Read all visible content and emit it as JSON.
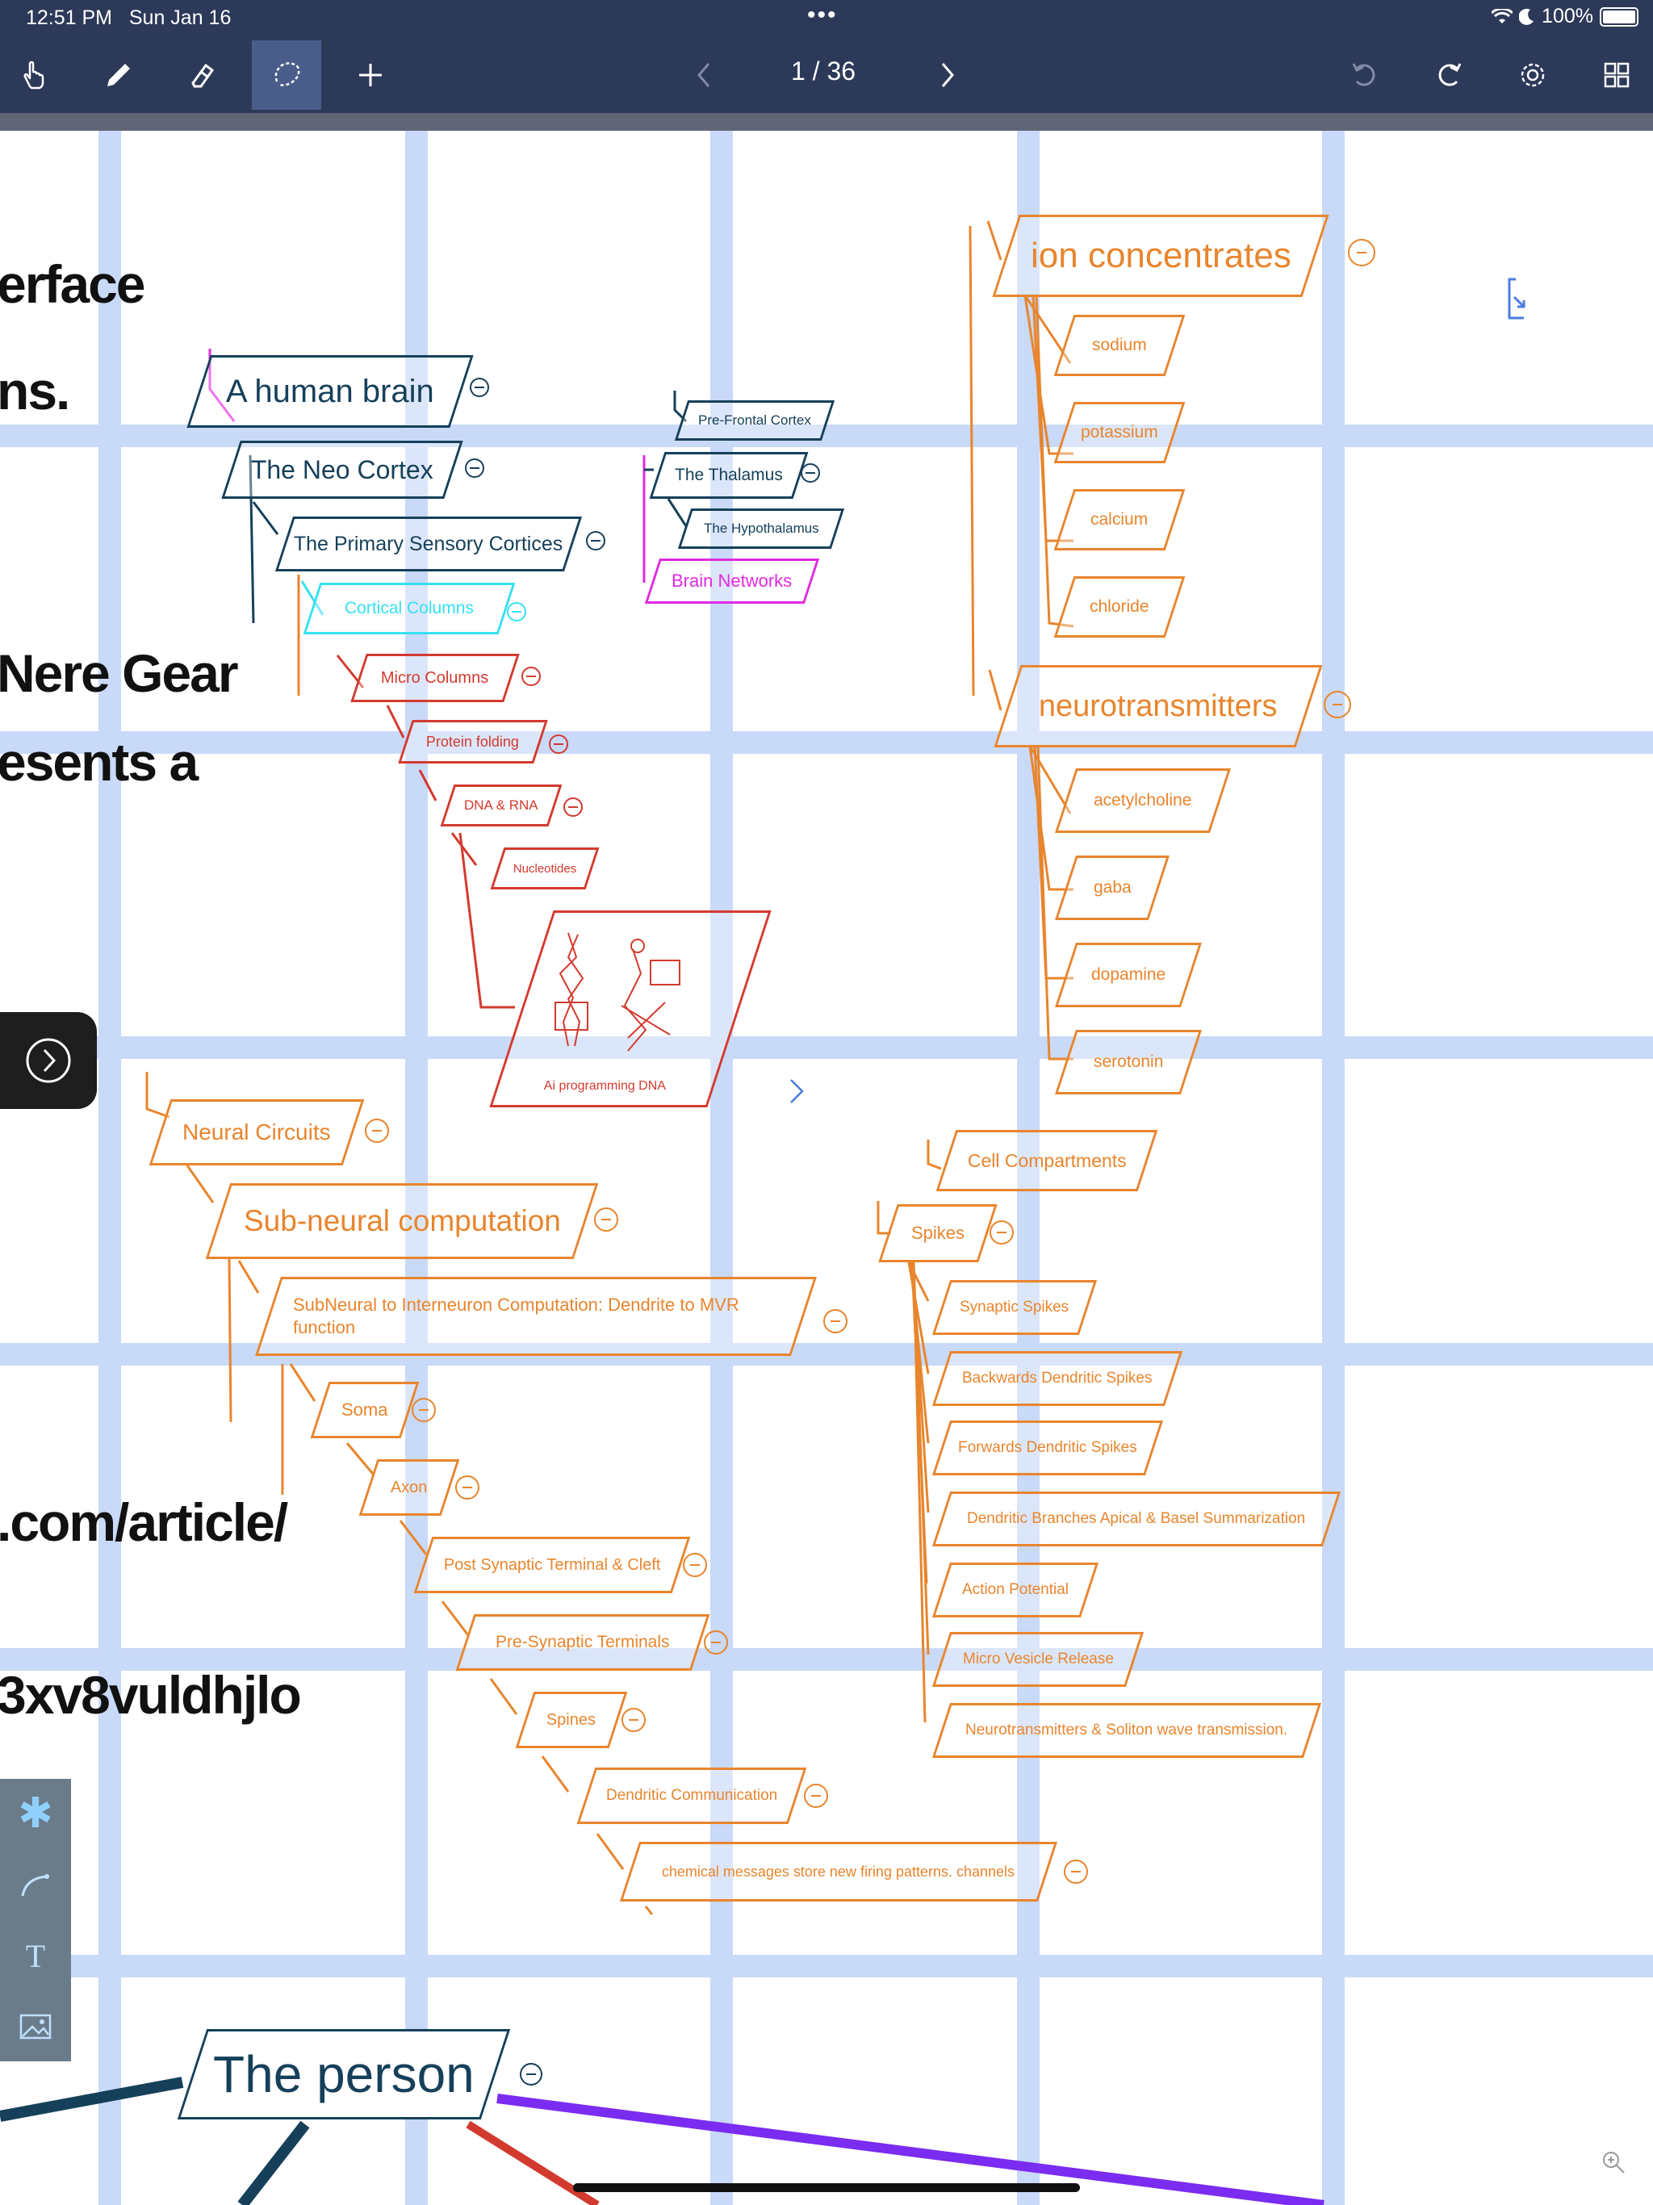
{
  "status_bar": {
    "time": "12:51 PM",
    "date": "Sun Jan 16",
    "battery": "100%"
  },
  "toolbar": {
    "tools": [
      "hand-tool",
      "pen-tool",
      "eraser-tool",
      "lasso-tool",
      "add-tool"
    ],
    "active_tool": "lasso-tool",
    "page_indicator": "1 / 36"
  },
  "background_text": [
    "erface",
    "ns.",
    "Nere Gear",
    "esents a",
    ".com/article/",
    "3xv8vuldhjlo"
  ],
  "mindmap": {
    "brain": {
      "root": "A human brain",
      "neo_cortex": "The Neo Cortex",
      "primary_sensory": "The Primary Sensory Cortices",
      "cortical_columns": "Cortical Columns",
      "micro_columns": "Micro Columns",
      "protein_folding": "Protein folding",
      "dna_rna": "DNA & RNA",
      "nucleotides": "Nucleotides",
      "ai_dna": "Ai programming DNA",
      "prefrontal": "Pre-Frontal Cortex",
      "thalamus": "The Thalamus",
      "hypothalamus": "The Hypothalamus",
      "brain_networks": "Brain Networks"
    },
    "ions": {
      "root": "ion concentrates",
      "items": [
        "sodium",
        "potassium",
        "calcium",
        "chloride"
      ]
    },
    "neurotransmitters": {
      "root": "neurotransmitters",
      "items": [
        "acetylcholine",
        "gaba",
        "dopamine",
        "serotonin"
      ]
    },
    "circuits": {
      "root": "Neural Circuits",
      "sub": "Sub-neural computation",
      "subneural_line1": "SubNeural to Interneuron Computation: Dendrite to MVR",
      "subneural_line2": "function",
      "soma": "Soma",
      "axon": "Axon",
      "post_synaptic": "Post Synaptic Terminal & Cleft",
      "pre_synaptic": "Pre-Synaptic Terminals",
      "spines": "Spines",
      "dendritic_comm": "Dendritic Communication",
      "chemical": "chemical messages store new firing patterns. channels"
    },
    "cells": {
      "compartments": "Cell Compartments",
      "spikes": "Spikes",
      "items": [
        "Synaptic Spikes",
        "Backwards Dendritic Spikes",
        "Forwards Dendritic Spikes",
        "Dendritic Branches Apical & Basel Summarization",
        "Action Potential",
        "Micro Vesicle Release",
        "Neurotransmitters & Soliton wave transmission."
      ]
    },
    "person": "The person"
  },
  "colors": {
    "navy": "#16405a",
    "orange": "#e8852d",
    "red": "#d33a2f",
    "cyan": "#34e1f2",
    "magenta": "#e02ae0",
    "grid": "#c9d9f8",
    "toolbar": "#2c3958",
    "purple_link": "#7a2cf0"
  },
  "side_panel_tools": [
    "asterisk-icon",
    "curve-icon",
    "text-icon",
    "image-icon"
  ]
}
